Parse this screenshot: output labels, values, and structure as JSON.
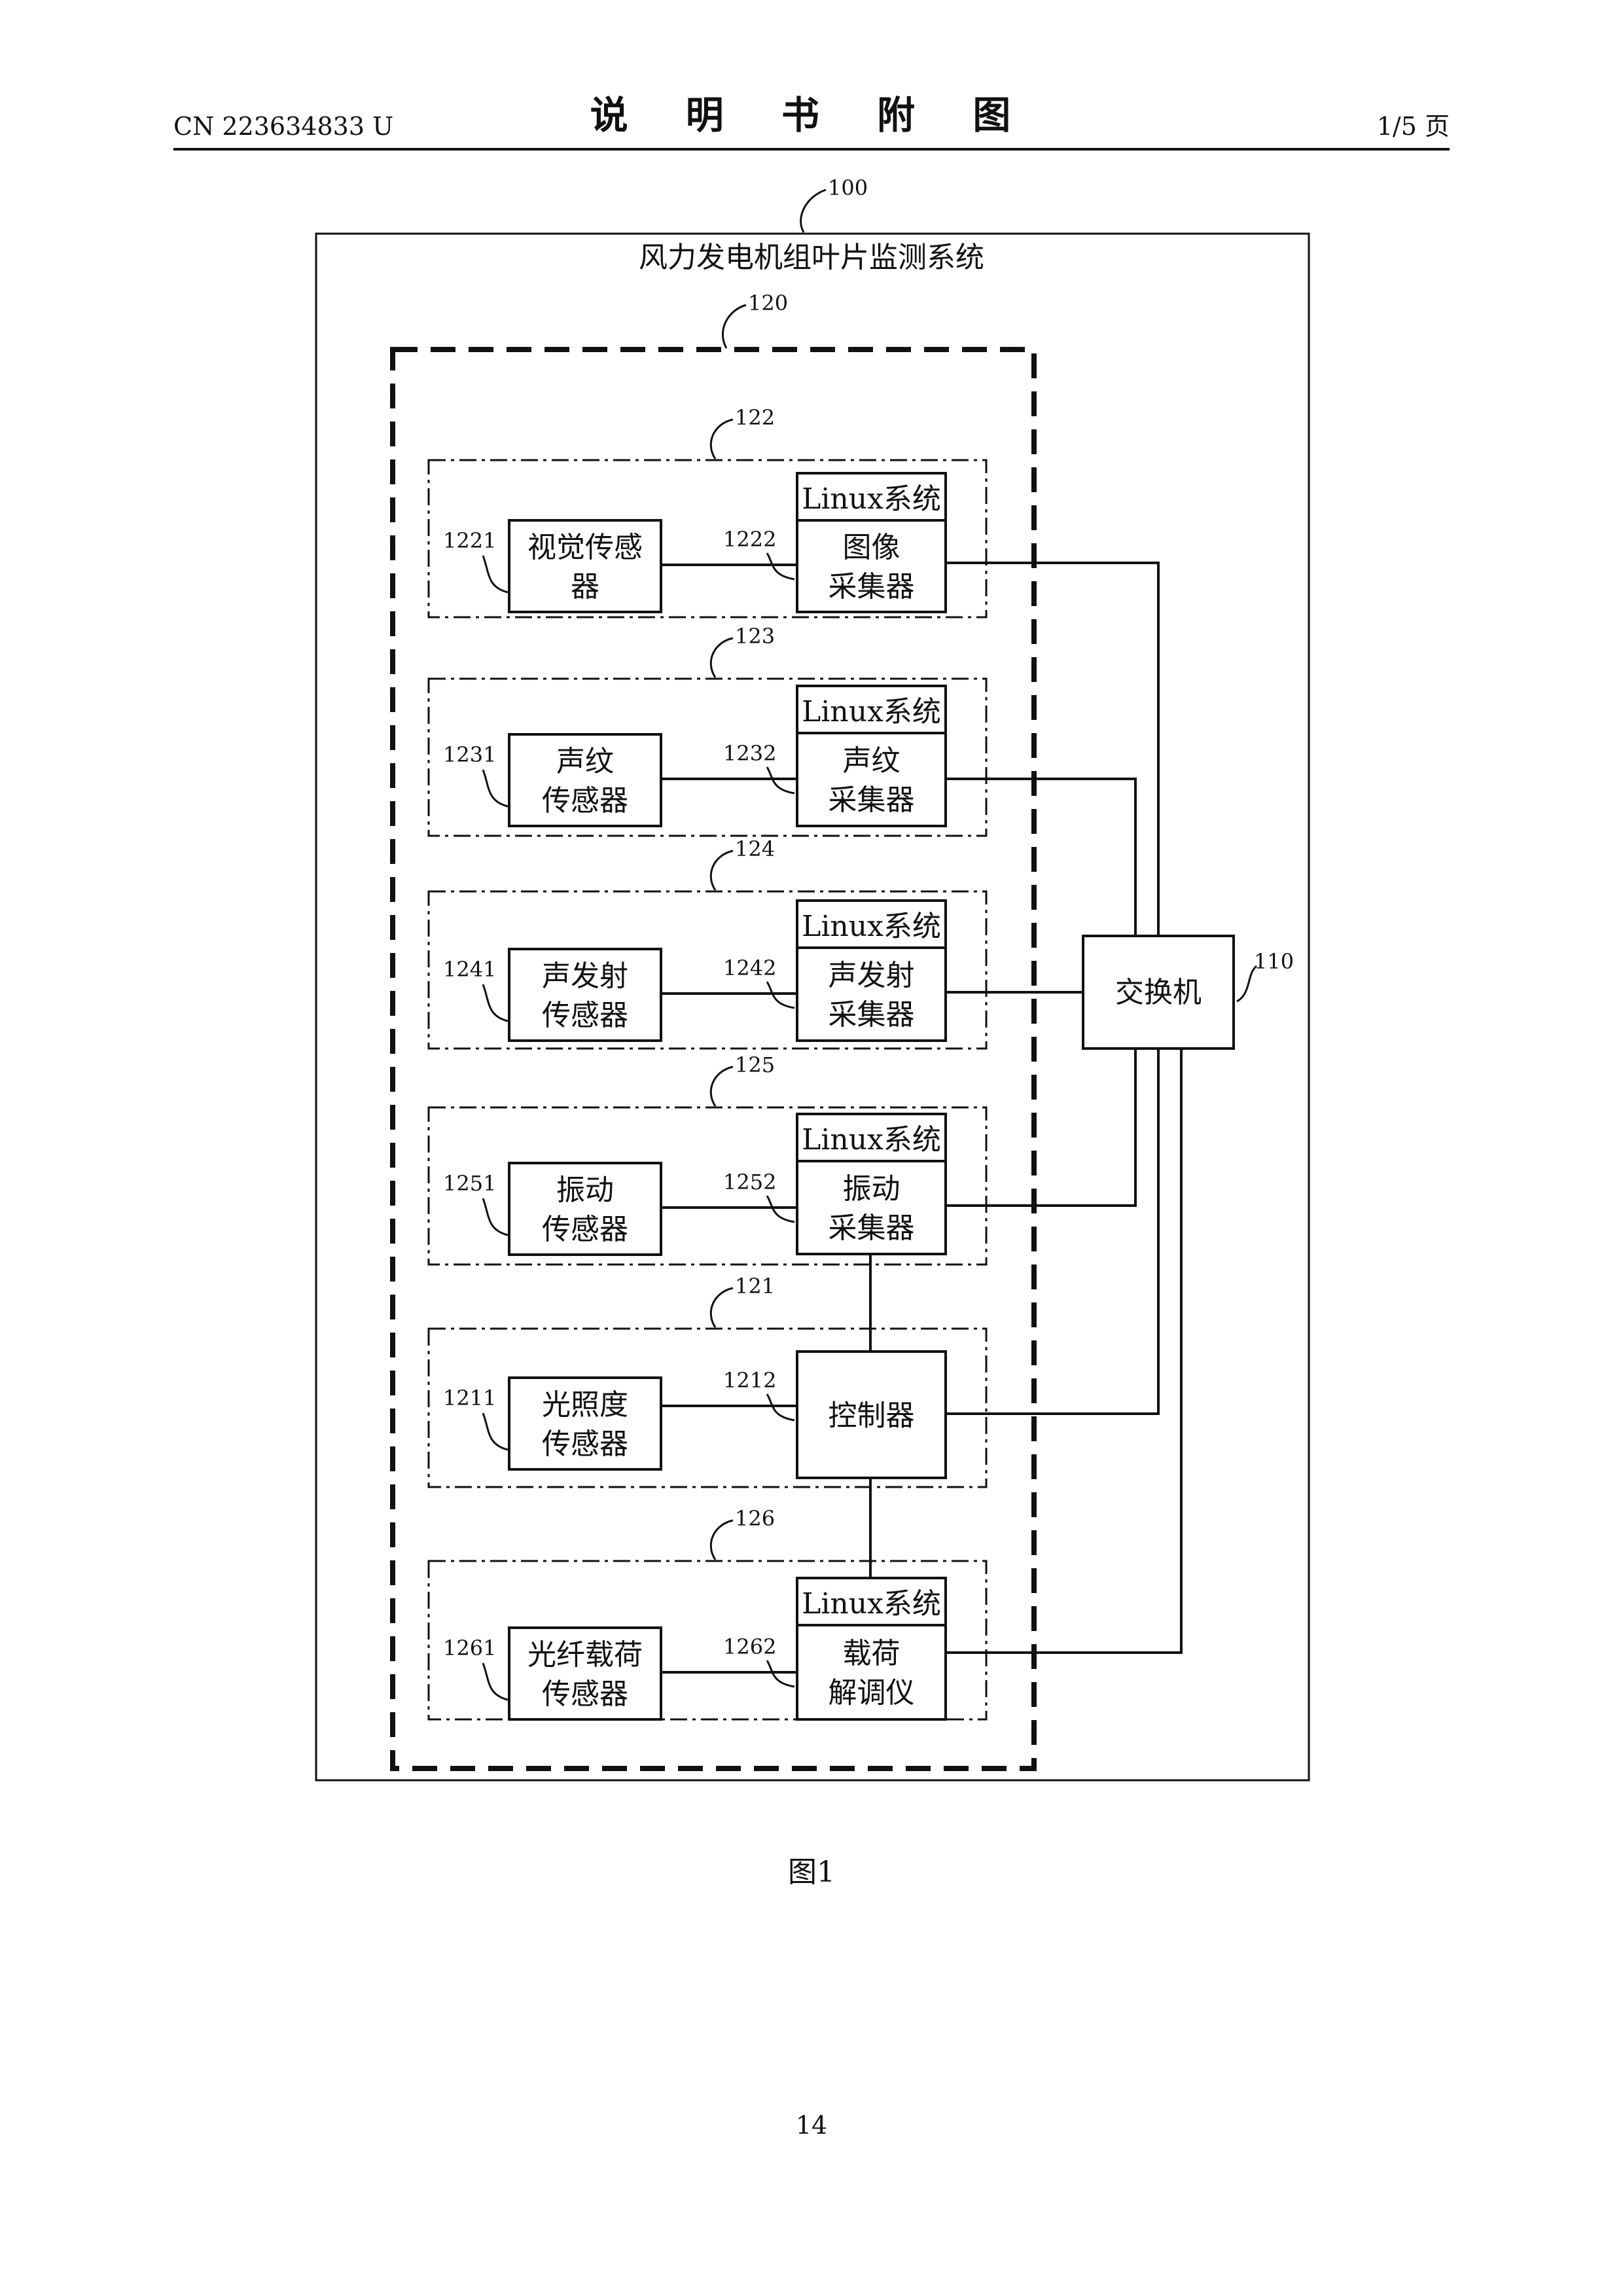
{
  "header": {
    "doc_number": "CN 223634833 U",
    "title": "说 明 书 附 图",
    "page_indicator": "1/5 页"
  },
  "system": {
    "ref": "100",
    "title": "风力发电机组叶片监测系统",
    "inner_ref": "120"
  },
  "units": [
    {
      "ref": "122",
      "sensor_ref": "1221",
      "sensor_lines": [
        "视觉传感",
        "器"
      ],
      "collector_ref": "1222",
      "collector_header": "Linux系统",
      "collector_lines": [
        "图像",
        "采集器"
      ]
    },
    {
      "ref": "123",
      "sensor_ref": "1231",
      "sensor_lines": [
        "声纹",
        "传感器"
      ],
      "collector_ref": "1232",
      "collector_header": "Linux系统",
      "collector_lines": [
        "声纹",
        "采集器"
      ]
    },
    {
      "ref": "124",
      "sensor_ref": "1241",
      "sensor_lines": [
        "声发射",
        "传感器"
      ],
      "collector_ref": "1242",
      "collector_header": "Linux系统",
      "collector_lines": [
        "声发射",
        "采集器"
      ]
    },
    {
      "ref": "125",
      "sensor_ref": "1251",
      "sensor_lines": [
        "振动",
        "传感器"
      ],
      "collector_ref": "1252",
      "collector_header": "Linux系统",
      "collector_lines": [
        "振动",
        "采集器"
      ]
    },
    {
      "ref": "121",
      "sensor_ref": "1211",
      "sensor_lines": [
        "光照度",
        "传感器"
      ],
      "collector_ref": "1212",
      "collector_header": "",
      "collector_lines": [
        "控制器"
      ]
    },
    {
      "ref": "126",
      "sensor_ref": "1261",
      "sensor_lines": [
        "光纤载荷",
        "传感器"
      ],
      "collector_ref": "1262",
      "collector_header": "Linux系统",
      "collector_lines": [
        "载荷",
        "解调仪"
      ]
    }
  ],
  "switch": {
    "ref": "110",
    "label": "交换机"
  },
  "figure_caption": "图1",
  "page_number": "14"
}
